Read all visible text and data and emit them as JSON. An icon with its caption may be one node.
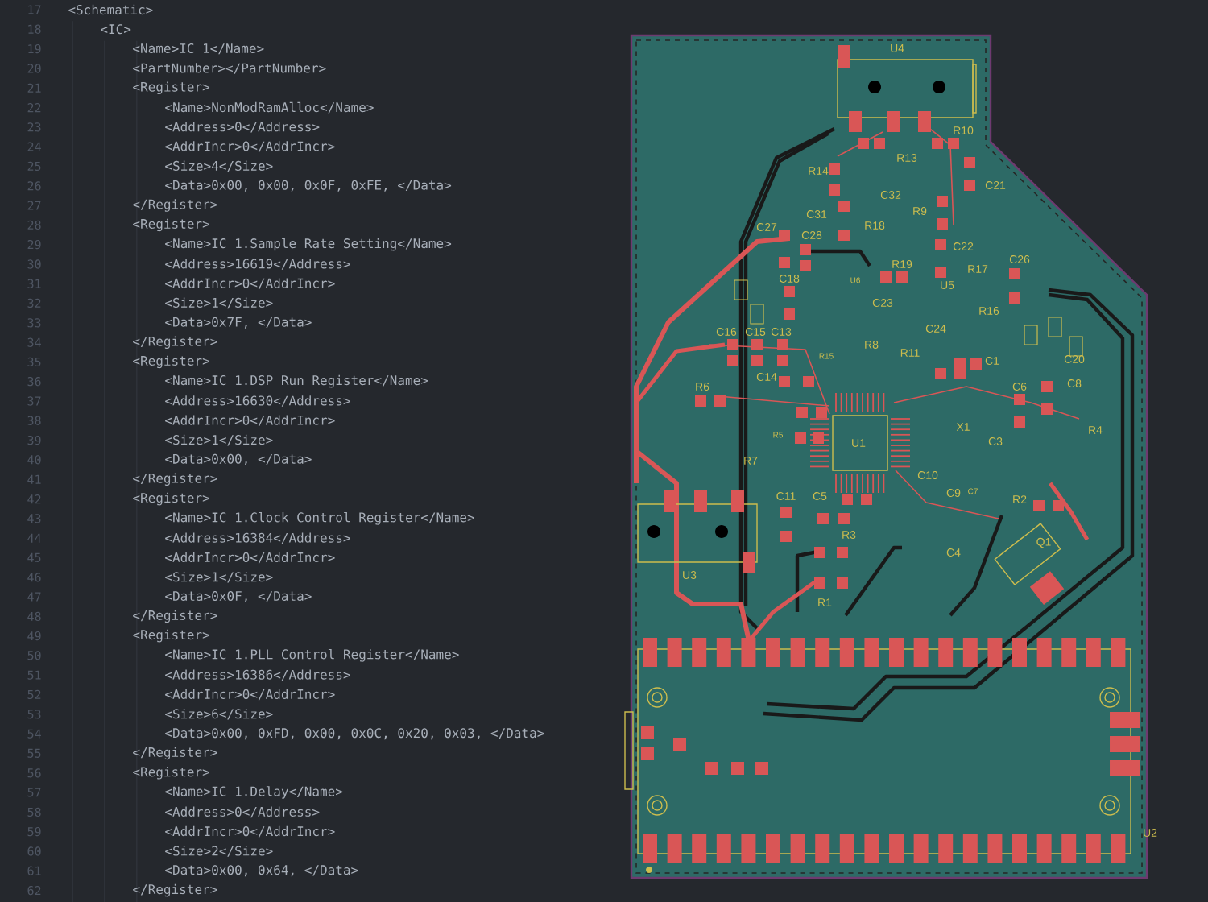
{
  "diagram": {
    "labels": [
      "17",
      "<Schematic>",
      "18",
      "<IC>",
      "19",
      "<Name>IC 1</Name>",
      "20",
      "<PartNumber></PartNumber>",
      "21",
      "<Register>",
      "22",
      "<Name>NonModRamAlloc</Name>",
      "23",
      "<Address>0</Address>",
      "24",
      "<AddrIncr>0</AddrIncr>",
      "25",
      "<Size>4</Size>",
      "26",
      "<Data>0x00, 0x00, 0x0F, 0xFE, </Data>",
      "27",
      "</Register>",
      "28",
      "<Register>",
      "29",
      "<Name>IC 1.Sample Rate Setting</Name>",
      "30",
      "<Address>16619</Address>",
      "31",
      "<AddrIncr>0</AddrIncr>",
      "32",
      "<Size>1</Size>",
      "33",
      "<Data>0x7F, </Data>",
      "34",
      "</Register>",
      "35",
      "<Register>",
      "36",
      "<Name>IC 1.DSP Run Register</Name>",
      "37",
      "<Address>16630</Address>",
      "38",
      "<AddrIncr>0</AddrIncr>",
      "39",
      "<Size>1</Size>",
      "40",
      "<Data>0x00, </Data>",
      "41",
      "</Register>",
      "42",
      "<Register>",
      "43",
      "<Name>IC 1.Clock Control Register</Name>",
      "44",
      "<Address>16384</Address>",
      "45",
      "<AddrIncr>0</AddrIncr>",
      "46",
      "<Size>1</Size>",
      "47",
      "<Data>0x0F, </Data>",
      "48",
      "</Register>",
      "49",
      "<Register>",
      "50",
      "<Name>IC 1.PLL Control Register</Name>",
      "51",
      "<Address>16386</Address>",
      "52",
      "<AddrIncr>0</AddrIncr>",
      "53",
      "<Size>6</Size>",
      "54",
      "<Data>0x00, 0xFD, 0x00, 0x0C, 0x20, 0x03, </Data>",
      "55",
      "</Register>",
      "56",
      "<Register>",
      "57",
      "<Name>IC 1.Delay</Name>",
      "58",
      "<Address>0</Address>",
      "59",
      "<AddrIncr>0</AddrIncr>",
      "60",
      "<Size>2</Size>",
      "61",
      "<Data>0x00, 0x64, </Data>",
      "62",
      "</Register>",
      "U4",
      "R10",
      "R13",
      "R14",
      "C21",
      "C32",
      "C31",
      "R9",
      "C27",
      "R18",
      "C28",
      "C22",
      "R19",
      "R17",
      "C26",
      "C18",
      "U6",
      "U5",
      "C23",
      "R16",
      "C16",
      "C15",
      "C13",
      "C24",
      "R15",
      "R8",
      "R11",
      "C1",
      "C20",
      "R6",
      "C14",
      "C6",
      "C8",
      "R5",
      "U1",
      "X1",
      "C3",
      "R4",
      "R7",
      "C10",
      "C11",
      "C5",
      "C9",
      "C7",
      "R2",
      "R3",
      "C4",
      "Q1",
      "U3",
      "R1",
      "U2"
    ]
  }
}
